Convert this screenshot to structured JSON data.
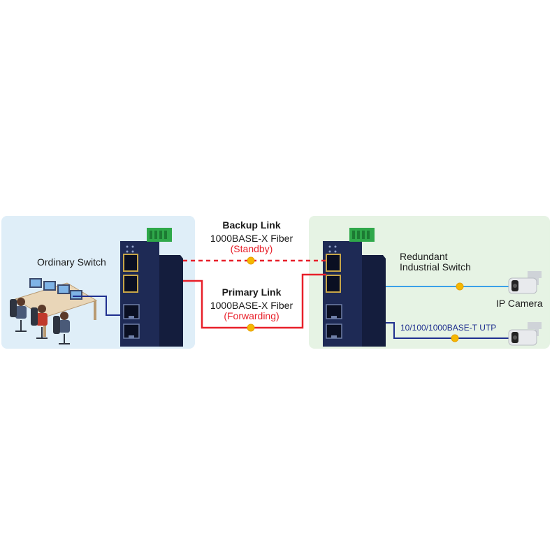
{
  "left_site": {
    "label": "Ordinary Switch"
  },
  "right_site": {
    "label_line1": "Redundant",
    "label_line2": "Industrial Switch"
  },
  "backup_link": {
    "title": "Backup Link",
    "medium": "1000BASE-X Fiber",
    "state": "(Standby)"
  },
  "primary_link": {
    "title": "Primary Link",
    "medium": "1000BASE-X Fiber",
    "state": "(Forwarding)"
  },
  "camera_link": {
    "label": "IP Camera"
  },
  "utp_link": {
    "label": "10/100/1000BASE-T UTP"
  },
  "colors": {
    "left_panel": "#dfeef8",
    "right_panel": "#e6f3e4",
    "switch_body": "#1e2a55",
    "terminal_block": "#2fa84a",
    "fiber_link": "#e8202a",
    "ethernet_dark": "#1f2f8f",
    "ethernet_light": "#3aa0e8",
    "link_node": "#f5b800"
  },
  "icons": {
    "workstation": "control-room-operators-icon",
    "switch": "industrial-switch-icon",
    "camera": "ip-bullet-camera-icon"
  }
}
